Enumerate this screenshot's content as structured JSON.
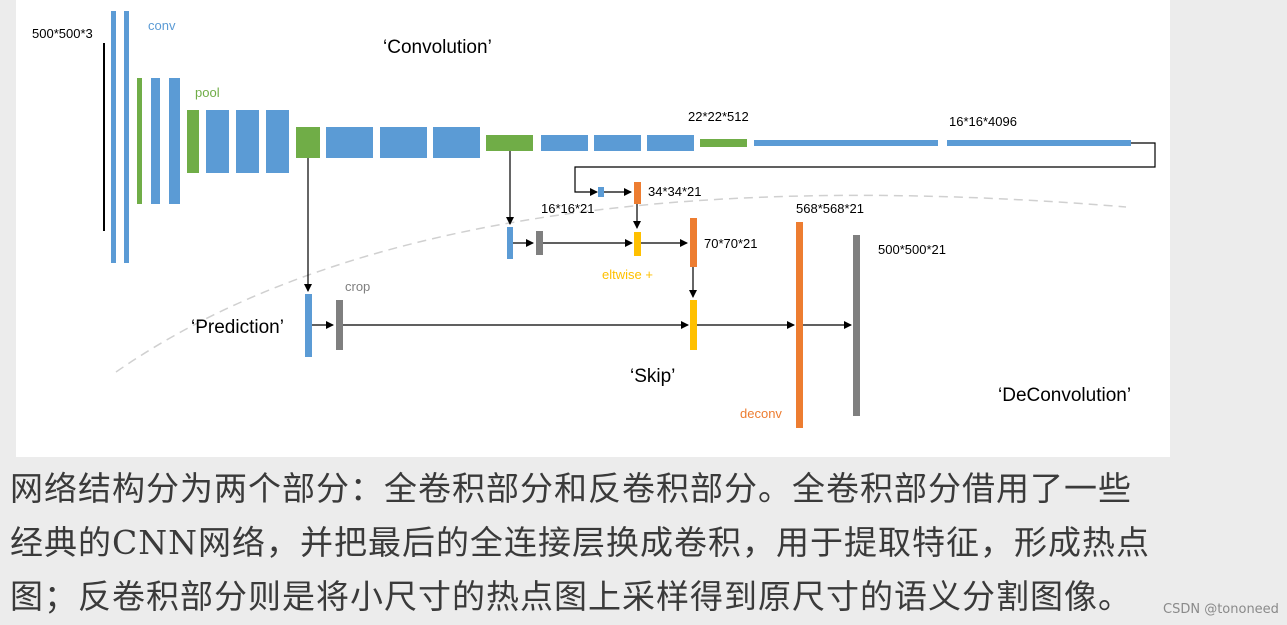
{
  "colors": {
    "blue": "#5b9bd5",
    "green": "#70ad47",
    "orange": "#ed7d31",
    "yellow": "#ffc000",
    "gray": "#7f7f7f",
    "text": "#000000"
  },
  "diagram": {
    "labels": {
      "input_size": "500*500*3",
      "conv": "conv",
      "pool": "pool",
      "convolution": "‘Convolution’",
      "size_22": "22*22*512",
      "size_16_4096": "16*16*4096",
      "size_16_21": "16*16*21",
      "size_34": "34*34*21",
      "size_70": "70*70*21",
      "size_568": "568*568*21",
      "size_500_21": "500*500*21",
      "eltwise": "eltwise +",
      "crop": "crop",
      "prediction": "‘Prediction’",
      "skip": "‘Skip’",
      "deconv": "deconv",
      "deconvolution": "‘DeConvolution’"
    }
  },
  "caption": {
    "line1": "网络结构分为两个部分：全卷积部分和反卷积部分。全卷积部分借用了一些",
    "line2": "经典的CNN网络，并把最后的全连接层换成卷积，用于提取特征，形成热点",
    "line3": "图；反卷积部分则是将小尺寸的热点图上采样得到原尺寸的语义分割图像。"
  },
  "watermark": "CSDN @tononeed"
}
